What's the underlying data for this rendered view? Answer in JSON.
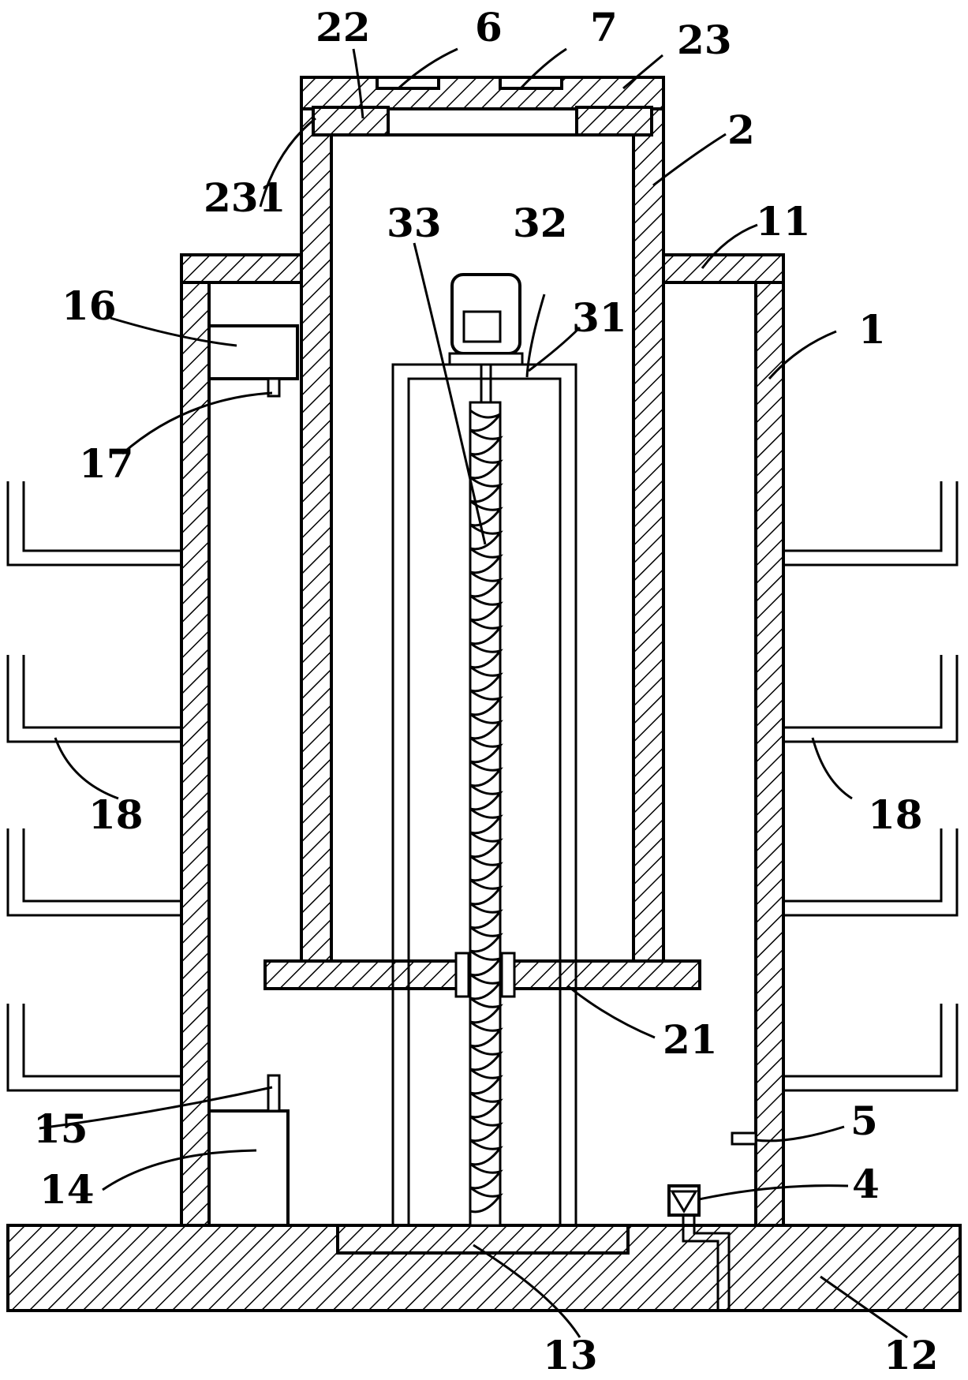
{
  "labels": {
    "l1": "1",
    "l2": "2",
    "l4": "4",
    "l5": "5",
    "l6": "6",
    "l7": "7",
    "l11": "11",
    "l12": "12",
    "l13": "13",
    "l14": "14",
    "l15": "15",
    "l16": "16",
    "l17": "17",
    "l18_left": "18",
    "l18_right": "18",
    "l21": "21",
    "l22": "22",
    "l23": "23",
    "l231": "231",
    "l31": "31",
    "l32": "32",
    "l33": "33"
  }
}
